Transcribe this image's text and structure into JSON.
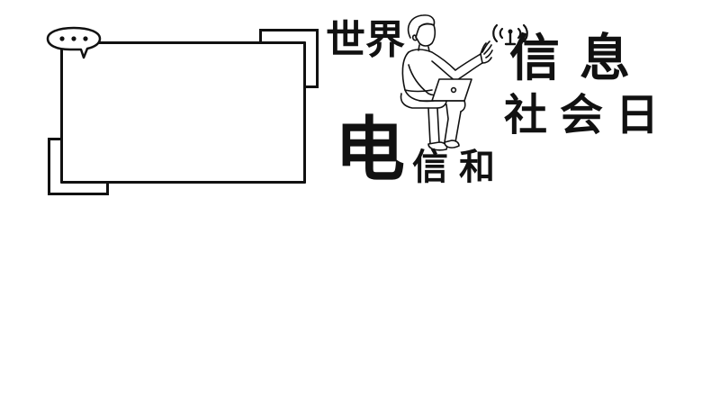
{
  "poster": {
    "title_full": "世界电信和信息社会日",
    "title_parts": {
      "shijie": "世界",
      "dian": "电",
      "xinhe": "信和",
      "xinxi": "信息",
      "shehuiri": "社会日"
    },
    "speech_bubble": {
      "dots": "• • •"
    },
    "colors": {
      "ink": "#111111",
      "background": "#ffffff"
    },
    "icons": [
      "speech-bubble-icon",
      "antenna-signal-icon",
      "person-with-laptop-illustration"
    ]
  }
}
